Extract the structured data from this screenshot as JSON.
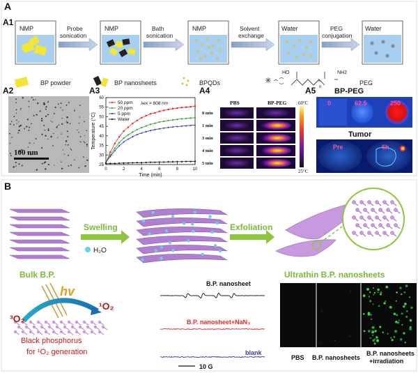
{
  "panel_a": {
    "label": "A",
    "a1": {
      "label": "A1",
      "beakers": [
        "NMP",
        "NMP",
        "NMP",
        "Water",
        "Water"
      ],
      "steps": [
        "Probe",
        "sonication",
        "Bath",
        "sonication",
        "Solvent",
        "exchange",
        "PEG",
        "conjugation"
      ],
      "legend": {
        "bp_powder": "BP powder",
        "bp_nanosheets": "BP nanosheets",
        "bpqds": "BPQDs",
        "peg": "PEG",
        "peg_ho": "HO",
        "peg_nh2": "NH2",
        "peg_n": "n"
      }
    },
    "a2": {
      "label": "A2",
      "scale_bar": "100 nm"
    },
    "a3": {
      "label": "A3"
    },
    "a4": {
      "label": "A4",
      "columns": [
        "PBS",
        "BP-PEG"
      ],
      "times": [
        "0 min",
        "1 min",
        "3 min",
        "4 min",
        "5 min"
      ],
      "scale_max": "60°C",
      "scale_min": "25°C"
    },
    "a5": {
      "label": "A5",
      "title_top": "BP-PEG",
      "values": [
        "0",
        "62.5",
        "250"
      ],
      "title_bottom": "Tumor",
      "pre": "Pre",
      "post": "6h"
    }
  },
  "panel_b": {
    "label": "B",
    "swelling": "Swelling",
    "h2o": "H₂O",
    "exfoliation": "Exfoliation",
    "bulk": "Bulk B.P.",
    "ultrathin": "Ultrathin B.P. nanosheets",
    "hv": "hv",
    "o2_triplet": "³O₂",
    "o2_singlet": "¹O₂",
    "bp_caption_1": "Black phosphorus",
    "bp_caption_2": "for ¹O₂ generation",
    "epr_labels": [
      "B.P. nanosheet",
      "B.P. nanosheet+NaN₃",
      "blank"
    ],
    "epr_scale": "10 G",
    "fluo_labels": [
      "PBS",
      "B.P. nanosheets",
      "B.P. nanosheets",
      "+irradiation"
    ]
  },
  "colors": {
    "red": "#e8262a",
    "green": "#2ca02c",
    "blue": "#2f3ca8",
    "black": "#111111",
    "purple": "#b07fd0",
    "arrow_green": "#8cc63f",
    "yellow": "#f2e53a"
  },
  "chart_data": {
    "type": "line",
    "title": "",
    "xlabel": "Time (min)",
    "ylabel": "Temperature (°C)",
    "xlim": [
      0,
      10
    ],
    "ylim": [
      25,
      60
    ],
    "xticks": [
      0,
      2,
      4,
      6,
      8,
      10
    ],
    "yticks": [
      25,
      30,
      35,
      40,
      45,
      50,
      55,
      60
    ],
    "annotation": "λex = 808 nm",
    "x": [
      0,
      0.5,
      1,
      1.5,
      2,
      2.5,
      3,
      3.5,
      4,
      4.5,
      5,
      5.5,
      6,
      6.5,
      7,
      7.5,
      8,
      8.5,
      9,
      9.5,
      10
    ],
    "series": [
      {
        "name": "50 ppm",
        "color": "#e8262a",
        "marker": "square",
        "values": [
          26,
          31.5,
          36,
          39.5,
          42.5,
          44.5,
          46.5,
          48,
          49.5,
          50.5,
          51.5,
          52,
          52.8,
          53.3,
          53.8,
          54.2,
          54.5,
          54.8,
          55,
          55.2,
          55.5
        ]
      },
      {
        "name": "20 ppm",
        "color": "#2ca02c",
        "marker": "circle",
        "values": [
          26,
          30,
          33.5,
          36.5,
          38.8,
          40.5,
          42,
          43.3,
          44.3,
          45.2,
          46,
          46.6,
          47.2,
          47.6,
          48,
          48.3,
          48.6,
          48.9,
          49.1,
          49.3,
          49.5
        ]
      },
      {
        "name": "5 ppm",
        "color": "#2f3ca8",
        "marker": "triangle",
        "values": [
          26,
          29.3,
          32.3,
          34.8,
          36.8,
          38.3,
          39.6,
          40.7,
          41.5,
          42.2,
          42.8,
          43.3,
          43.7,
          44.1,
          44.4,
          44.7,
          44.9,
          45.1,
          45.3,
          45.5,
          45.7
        ]
      },
      {
        "name": "Water",
        "color": "#111111",
        "marker": "circle",
        "values": [
          25.5,
          25.6,
          25.6,
          25.7,
          25.8,
          25.8,
          25.9,
          26,
          26,
          26.1,
          26.2,
          26.2,
          26.3,
          26.3,
          26.4,
          26.4,
          26.5,
          26.5,
          26.6,
          26.6,
          26.7
        ]
      }
    ]
  }
}
